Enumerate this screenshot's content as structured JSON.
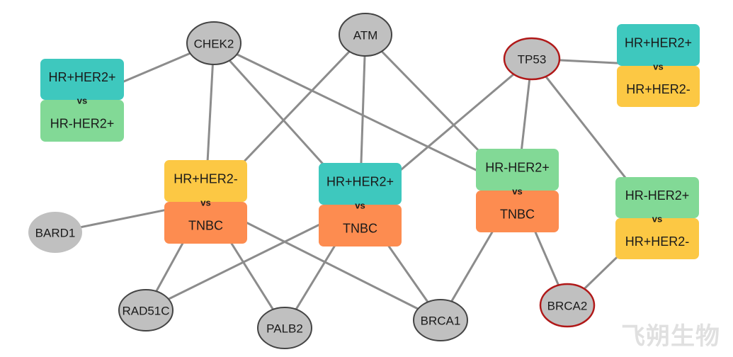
{
  "colors": {
    "edge": "#8c8c8c",
    "gene_fill": "#c0c0c0",
    "gene_stroke": "#444444",
    "gene_highlight_stroke": "#b01818",
    "teal": "#3ec8be",
    "green": "#82d996",
    "yellow": "#fcc844",
    "orange": "#fd8c50"
  },
  "genes": [
    {
      "id": "CHEK2",
      "label": "CHEK2",
      "highlight": false
    },
    {
      "id": "ATM",
      "label": "ATM",
      "highlight": false
    },
    {
      "id": "TP53",
      "label": "TP53",
      "highlight": true
    },
    {
      "id": "BARD1",
      "label": "BARD1",
      "highlight": false,
      "noBorder": true
    },
    {
      "id": "RAD51C",
      "label": "RAD51C",
      "highlight": false
    },
    {
      "id": "PALB2",
      "label": "PALB2",
      "highlight": false
    },
    {
      "id": "BRCA1",
      "label": "BRCA1",
      "highlight": false
    },
    {
      "id": "BRCA2",
      "label": "BRCA2",
      "highlight": true
    }
  ],
  "comparisons": [
    {
      "id": "C1",
      "top": "HR+HER2+",
      "vs": "vs",
      "bottom": "HR-HER2+",
      "topColor": "teal",
      "bottomColor": "green"
    },
    {
      "id": "C2",
      "top": "HR+HER2-",
      "vs": "vs",
      "bottom": "TNBC",
      "topColor": "yellow",
      "bottomColor": "orange"
    },
    {
      "id": "C3",
      "top": "HR+HER2+",
      "vs": "vs",
      "bottom": "TNBC",
      "topColor": "teal",
      "bottomColor": "orange"
    },
    {
      "id": "C4",
      "top": "HR-HER2+",
      "vs": "vs",
      "bottom": "TNBC",
      "topColor": "green",
      "bottomColor": "orange"
    },
    {
      "id": "C5",
      "top": "HR+HER2+",
      "vs": "vs",
      "bottom": "HR+HER2-",
      "topColor": "teal",
      "bottomColor": "yellow"
    },
    {
      "id": "C6",
      "top": "HR-HER2+",
      "vs": "vs",
      "bottom": "HR+HER2-",
      "topColor": "green",
      "bottomColor": "yellow"
    }
  ],
  "edges": [
    [
      "CHEK2",
      "C1"
    ],
    [
      "CHEK2",
      "C2"
    ],
    [
      "CHEK2",
      "C3"
    ],
    [
      "CHEK2",
      "C4"
    ],
    [
      "ATM",
      "C2"
    ],
    [
      "ATM",
      "C3"
    ],
    [
      "ATM",
      "C4"
    ],
    [
      "TP53",
      "C3"
    ],
    [
      "TP53",
      "C4"
    ],
    [
      "TP53",
      "C5"
    ],
    [
      "TP53",
      "C6"
    ],
    [
      "BARD1",
      "C2"
    ],
    [
      "RAD51C",
      "C2"
    ],
    [
      "RAD51C",
      "C3"
    ],
    [
      "PALB2",
      "C2"
    ],
    [
      "PALB2",
      "C3"
    ],
    [
      "BRCA1",
      "C2"
    ],
    [
      "BRCA1",
      "C3"
    ],
    [
      "BRCA1",
      "C4"
    ],
    [
      "BRCA2",
      "C4"
    ],
    [
      "BRCA2",
      "C6"
    ]
  ],
  "watermark": "飞朔生物"
}
